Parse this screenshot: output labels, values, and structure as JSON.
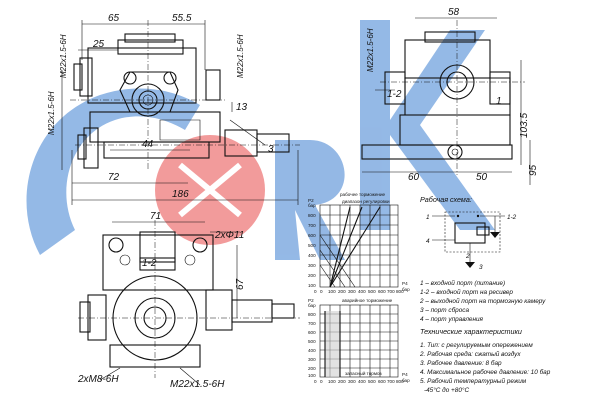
{
  "views": {
    "front": {
      "dims": {
        "d65": "65",
        "d55": "55.5",
        "d25": "25",
        "d44": "44",
        "d72": "72",
        "d186": "186",
        "m22_top_left": "M22x1.5-6H",
        "m22_top_right": "M22x1.5-6H",
        "m22_left": "M22x1.5-6H",
        "d13": "13",
        "port3": "3"
      }
    },
    "side": {
      "dims": {
        "d58": "58",
        "m22": "M22x1.5-6H",
        "d60": "60",
        "d50": "50",
        "d1035": "103.5",
        "d95": "95"
      },
      "labels": {
        "port12": "1-2",
        "port1": "1"
      }
    },
    "bottom": {
      "dims": {
        "d71": "71",
        "hole": "2xΦ11",
        "d67": "67",
        "m8": "2xM8-6H",
        "m22": "M22x1.5-6H"
      },
      "labels": {
        "port12": "1-2"
      }
    }
  },
  "graph_top": {
    "y_unit": "P2",
    "y_unit2": "бар",
    "x_unit": "P4",
    "x_unit2": "бар",
    "y_ticks": [
      "800",
      "700",
      "600",
      "500",
      "400",
      "300",
      "200",
      "100",
      "0"
    ],
    "x_ticks": [
      "0",
      "100",
      "200",
      "300",
      "400",
      "500",
      "600",
      "700",
      "800"
    ],
    "label_a": "рабочее торможение",
    "label_b": "диапазон регулировки"
  },
  "graph_bottom": {
    "y_unit": "P2",
    "y_unit2": "бар",
    "x_unit": "P4",
    "x_unit2": "бар",
    "y_ticks": [
      "800",
      "700",
      "600",
      "500",
      "400",
      "300",
      "200",
      "100",
      "0"
    ],
    "x_ticks": [
      "0",
      "100",
      "200",
      "300",
      "400",
      "500",
      "600",
      "700",
      "800"
    ],
    "label_a": "аварийное торможение",
    "label_b": "запасный тормоз"
  },
  "schema": {
    "title": "Рабочая схема:",
    "p1": "1",
    "p12": "1-2",
    "p4": "4",
    "p2": "2",
    "p3": "3"
  },
  "legend": [
    "1 – входной порт (питание)",
    "1-2 – входной порт на ресивер",
    "2 – выходной порт на тормозную камеру",
    "3 – порт сброса",
    "4 – порт управления"
  ],
  "specs_title": "Технические характеристики",
  "specs": [
    "1. Тип: с регулируемым опережением",
    "2. Рабочая среда: сжатый воздух",
    "3. Рабочее давление: 8 бар",
    "4. Максимальное рабочее давление: 10 бар",
    "5. Рабочий температурный режим",
    "-45°С до +80°С"
  ]
}
